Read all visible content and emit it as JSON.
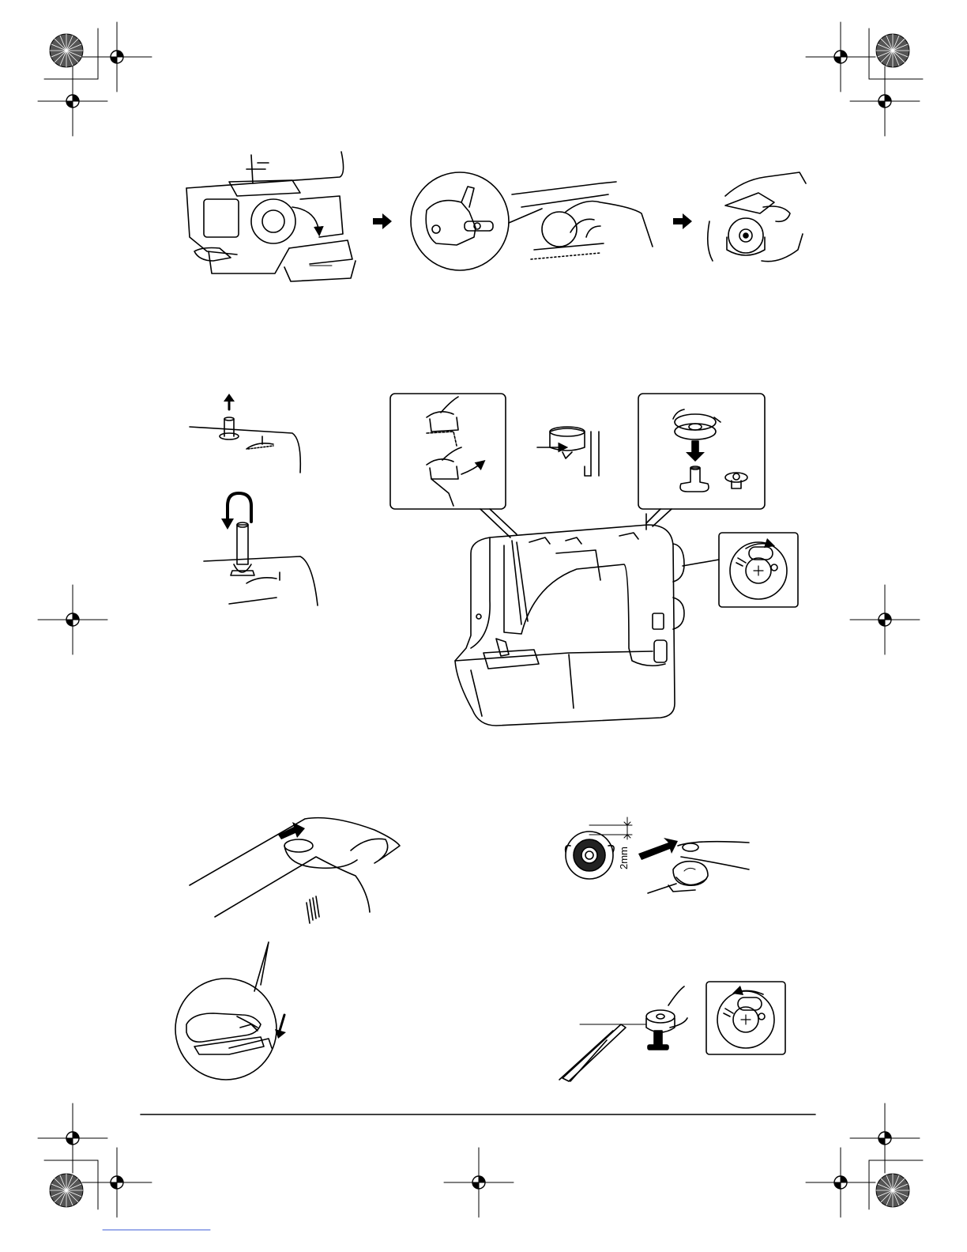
{
  "page": {
    "type": "printed manual page (illustrations only)",
    "background": "#ffffff",
    "ink": "#000000"
  },
  "labels": {
    "bobbin_gap": "2mm"
  },
  "icons": {
    "step_arrows": "right-arrow",
    "stop_motion_knob": "handwheel-clutch-dial"
  },
  "footer": {
    "link_text": ""
  }
}
